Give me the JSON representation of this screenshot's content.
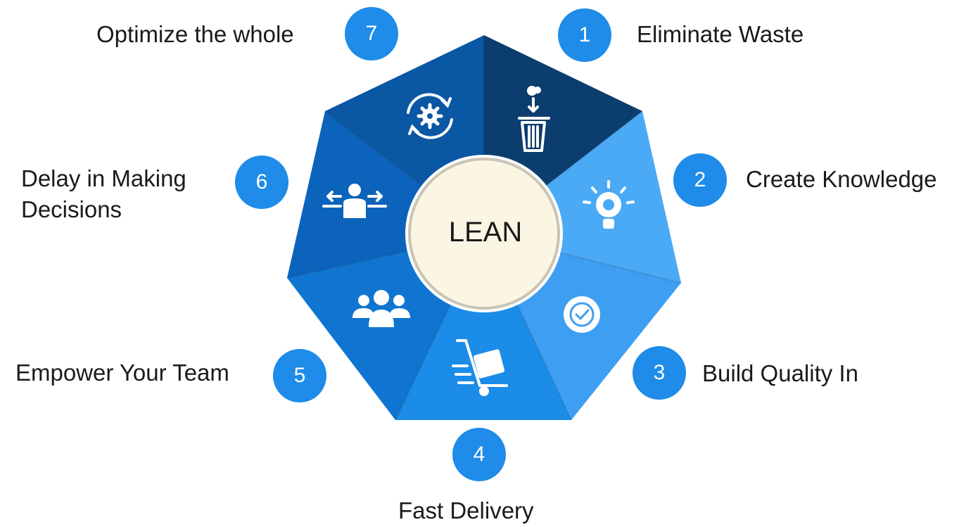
{
  "center": {
    "label": "LEAN"
  },
  "principles": [
    {
      "number": "1",
      "label": "Eliminate Waste",
      "icon": "trash-bin-icon"
    },
    {
      "number": "2",
      "label": "Create Knowledge",
      "icon": "lightbulb-brain-icon"
    },
    {
      "number": "3",
      "label": "Build Quality In",
      "icon": "quality-badge-icon"
    },
    {
      "number": "4",
      "label": "Fast Delivery",
      "icon": "delivery-cart-icon"
    },
    {
      "number": "5",
      "label": "Empower Your Team",
      "icon": "team-icon"
    },
    {
      "number": "6",
      "label": "Delay in Making Decisions",
      "icon": "decision-person-icon"
    },
    {
      "number": "7",
      "label": "Optimize the whole",
      "icon": "gear-cycle-icon"
    }
  ],
  "colors": {
    "badge": "#1e8ce8",
    "segment_1": "#0b3d6e",
    "segment_2": "#4aaaf6",
    "segment_3": "#3e9ef2",
    "segment_4": "#1b8ce8",
    "segment_5": "#0f75d0",
    "segment_6": "#0c63bb",
    "segment_7": "#0a57a4",
    "center_fill": "#fbf5e3",
    "center_ring": "#c9c4b6"
  }
}
